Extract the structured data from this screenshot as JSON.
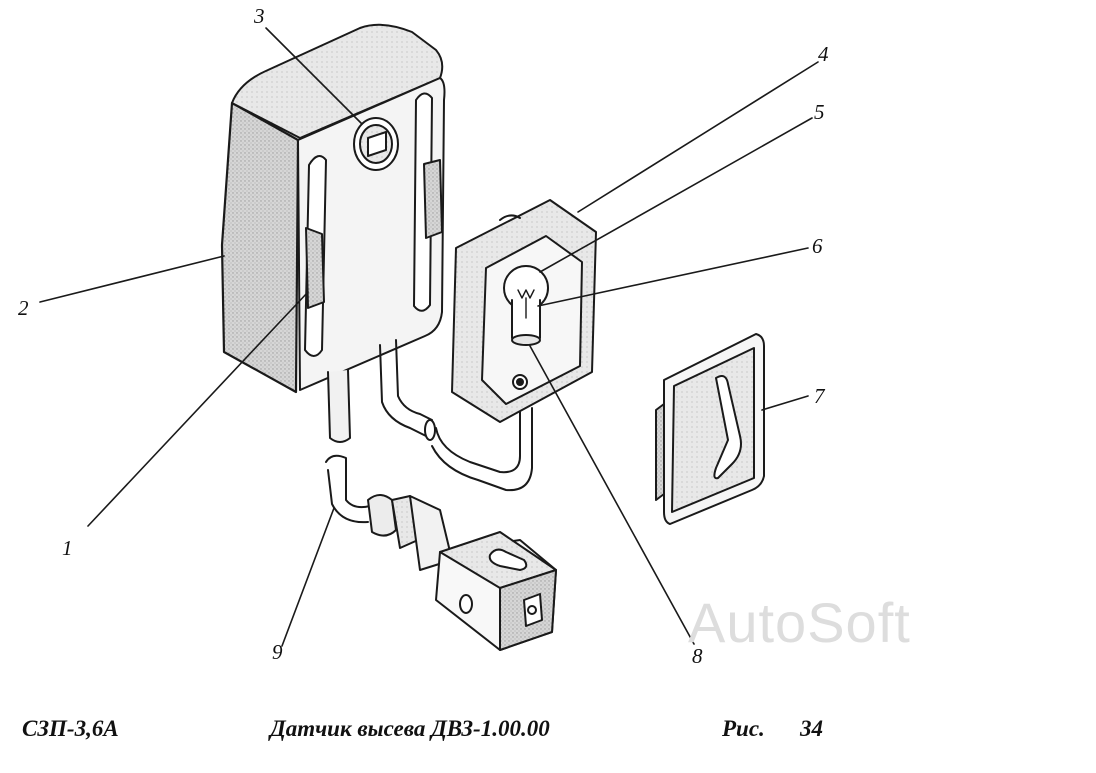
{
  "callouts": {
    "c1": "1",
    "c2": "2",
    "c3": "3",
    "c4": "4",
    "c5": "5",
    "c6": "6",
    "c7": "7",
    "c8": "8",
    "c9": "9"
  },
  "footer": {
    "model": "СЗП-3,6А",
    "caption": "Датчик высева ДВЗ-1.00.00",
    "fig_prefix": "Рис.",
    "fig_number": "34"
  },
  "watermark": "AutoSoft",
  "colors": {
    "ink": "#1a1a1a",
    "shade": "#c8c8c8",
    "light_shade": "#e2e2e2",
    "watermark": "#dddddd"
  }
}
